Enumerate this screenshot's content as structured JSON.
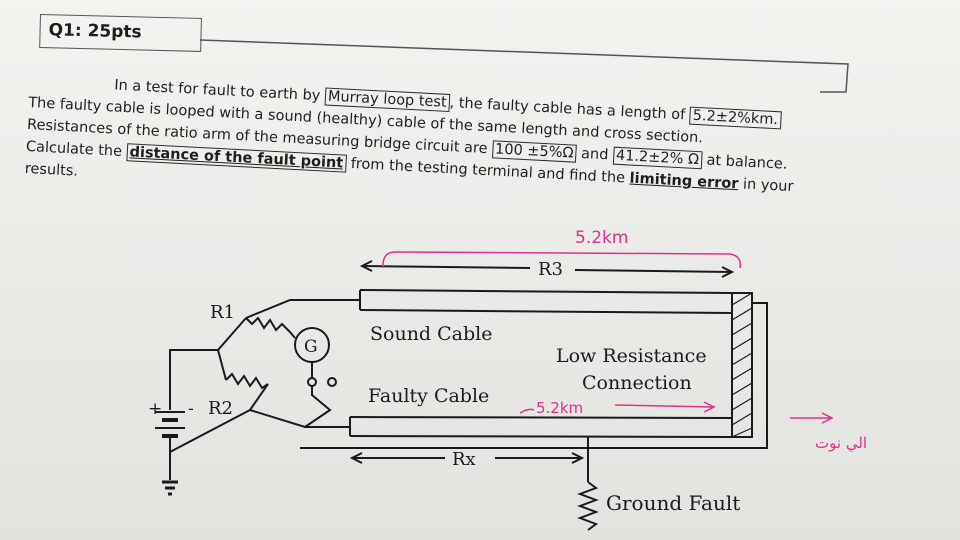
{
  "header": {
    "question_label": "Q1: 25pts"
  },
  "problem": {
    "line1_a": "In a test for fault to earth by ",
    "line1_hl": "Murray loop test",
    "line1_b": ", the faulty cable has a length of ",
    "line1_len": "5.2±2%km.",
    "line2": "The faulty cable is looped with a sound (healthy) cable of the same length and cross section.",
    "line3_a": "Resistances of the ratio arm of the measuring bridge circuit are ",
    "line3_r1": "100 ±5%Ω",
    "line3_and": " and ",
    "line3_r2": "41.2±2% Ω",
    "line3_b": " at balance.",
    "line4_a": "Calculate the ",
    "line4_hl": "distance of the fault point",
    "line4_b": " from the testing terminal and find the ",
    "line4_hl2": "limiting error",
    "line4_c": " in your",
    "line5": "results."
  },
  "diagram": {
    "r1_label": "R1",
    "r2_label": "R2",
    "galvanometer_label": "G",
    "r3_label": "R3",
    "rx_label": "Rx",
    "sound_cable_label": "Sound Cable",
    "faulty_cable_label": "Faulty Cable",
    "low_res_line1": "Low Resistance",
    "low_res_line2": "Connection",
    "ground_fault_label": "Ground Fault",
    "battery_plus": "+",
    "battery_minus": "-"
  },
  "annotations": {
    "top_length": "5.2km",
    "faulty_length": "5.2km",
    "arabic_note": "الي نوت",
    "colors": {
      "pink": "#e0308f",
      "ink": "#1a1a1a"
    }
  }
}
